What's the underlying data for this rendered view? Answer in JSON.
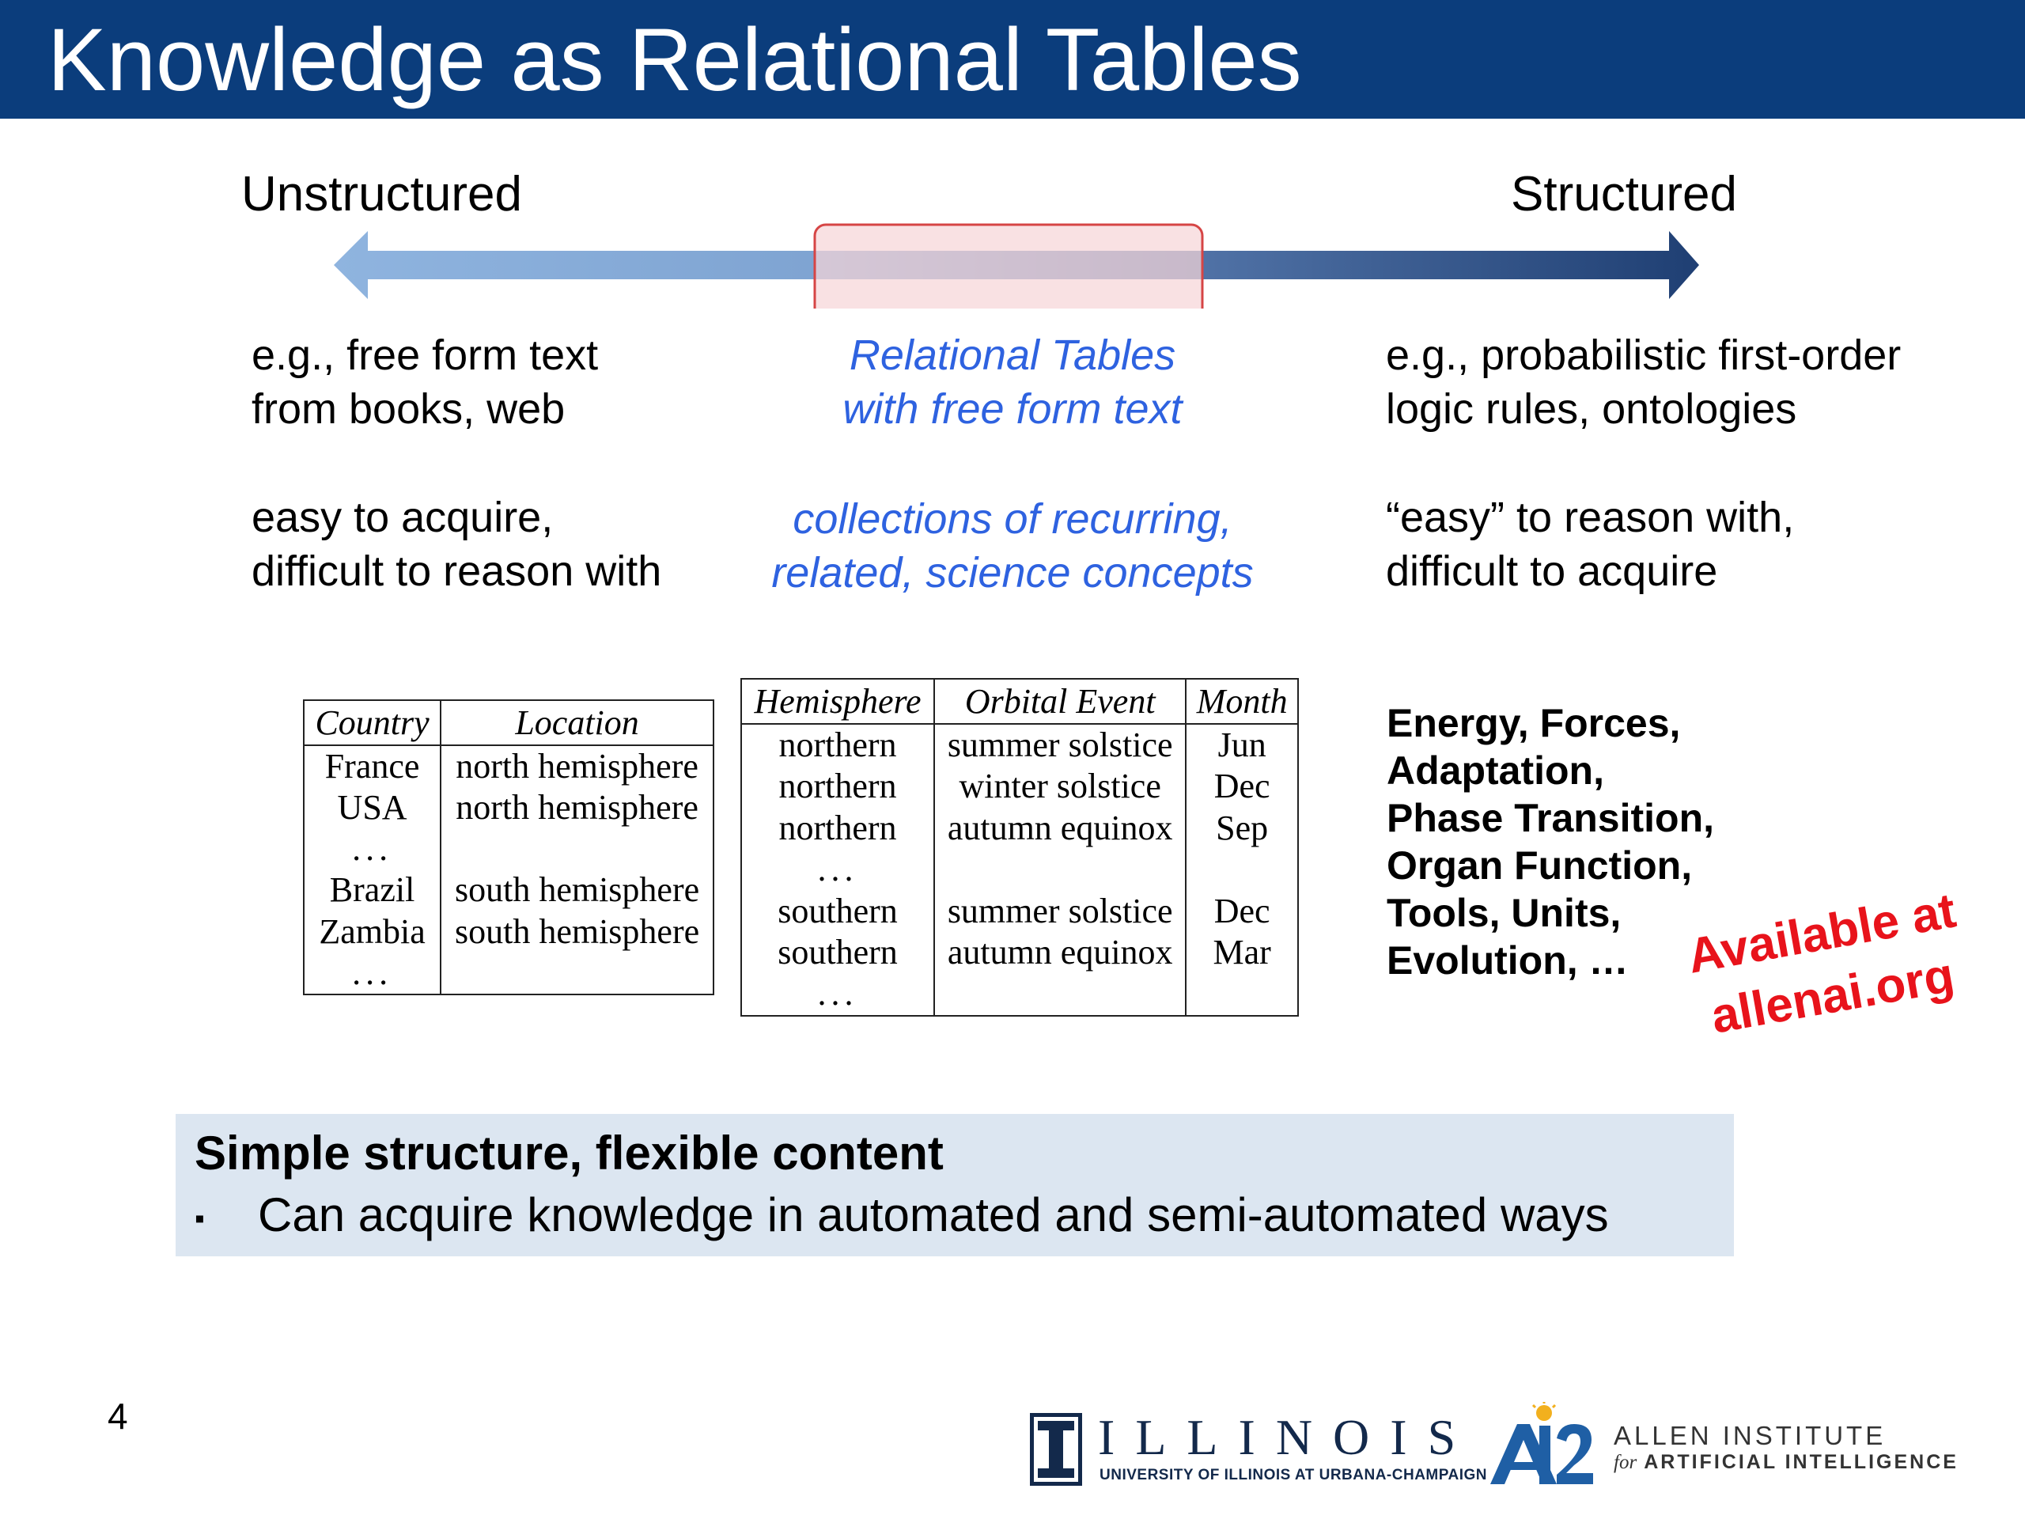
{
  "slide": {
    "title": "Knowledge as Relational Tables",
    "page_number": "4"
  },
  "spectrum": {
    "left_label": "Unstructured",
    "right_label": "Structured",
    "left_example": [
      "e.g., free form text",
      "from books, web"
    ],
    "left_tradeoff": [
      "easy to acquire,",
      "difficult to reason with"
    ],
    "center_example": [
      "Relational Tables",
      "with free form text"
    ],
    "center_tradeoff": [
      "collections of recurring,",
      "related, science concepts"
    ],
    "right_example": [
      "e.g., probabilistic first-order",
      "logic rules, ontologies"
    ],
    "right_tradeoff": [
      "“easy” to reason with,",
      "difficult to acquire"
    ],
    "colors": {
      "arrow_light": "#8fb4df",
      "arrow_dark": "#1f3f73",
      "highlight_fill": "#f7d6d8",
      "highlight_stroke": "#d64545",
      "center_text": "#2e62e0"
    }
  },
  "table1": {
    "headers": [
      "Country",
      "Location"
    ],
    "rows": [
      [
        "France",
        "north hemisphere"
      ],
      [
        "USA",
        "north hemisphere"
      ],
      [
        "...",
        ""
      ],
      [
        "Brazil",
        "south hemisphere"
      ],
      [
        "Zambia",
        "south hemisphere"
      ],
      [
        "...",
        ""
      ]
    ]
  },
  "table2": {
    "headers": [
      "Hemisphere",
      "Orbital Event",
      "Month"
    ],
    "rows": [
      [
        "northern",
        "summer solstice",
        "Jun"
      ],
      [
        "northern",
        "winter solstice",
        "Dec"
      ],
      [
        "northern",
        "autumn equinox",
        "Sep"
      ],
      [
        "...",
        "",
        ""
      ],
      [
        "southern",
        "summer solstice",
        "Dec"
      ],
      [
        "southern",
        "autumn equinox",
        "Mar"
      ],
      [
        "...",
        "",
        ""
      ]
    ]
  },
  "topics": [
    "Energy, Forces,",
    "Adaptation,",
    "Phase Transition,",
    "Organ Function,",
    "Tools, Units,",
    "Evolution, …"
  ],
  "availability": [
    "Available at",
    "allenai.org"
  ],
  "summary": {
    "heading": "Simple structure, flexible content",
    "bullet": "Can acquire knowledge in automated and semi-automated ways"
  },
  "logos": {
    "illinois_letter": "I",
    "illinois_word": "ILLINOIS",
    "illinois_sub": "UNIVERSITY OF ILLINOIS AT URBANA-CHAMPAIGN",
    "ai2_mark": "AI2",
    "ai2_line1": "ALLEN INSTITUTE",
    "ai2_for": "for",
    "ai2_line2": "ARTIFICIAL INTELLIGENCE"
  }
}
